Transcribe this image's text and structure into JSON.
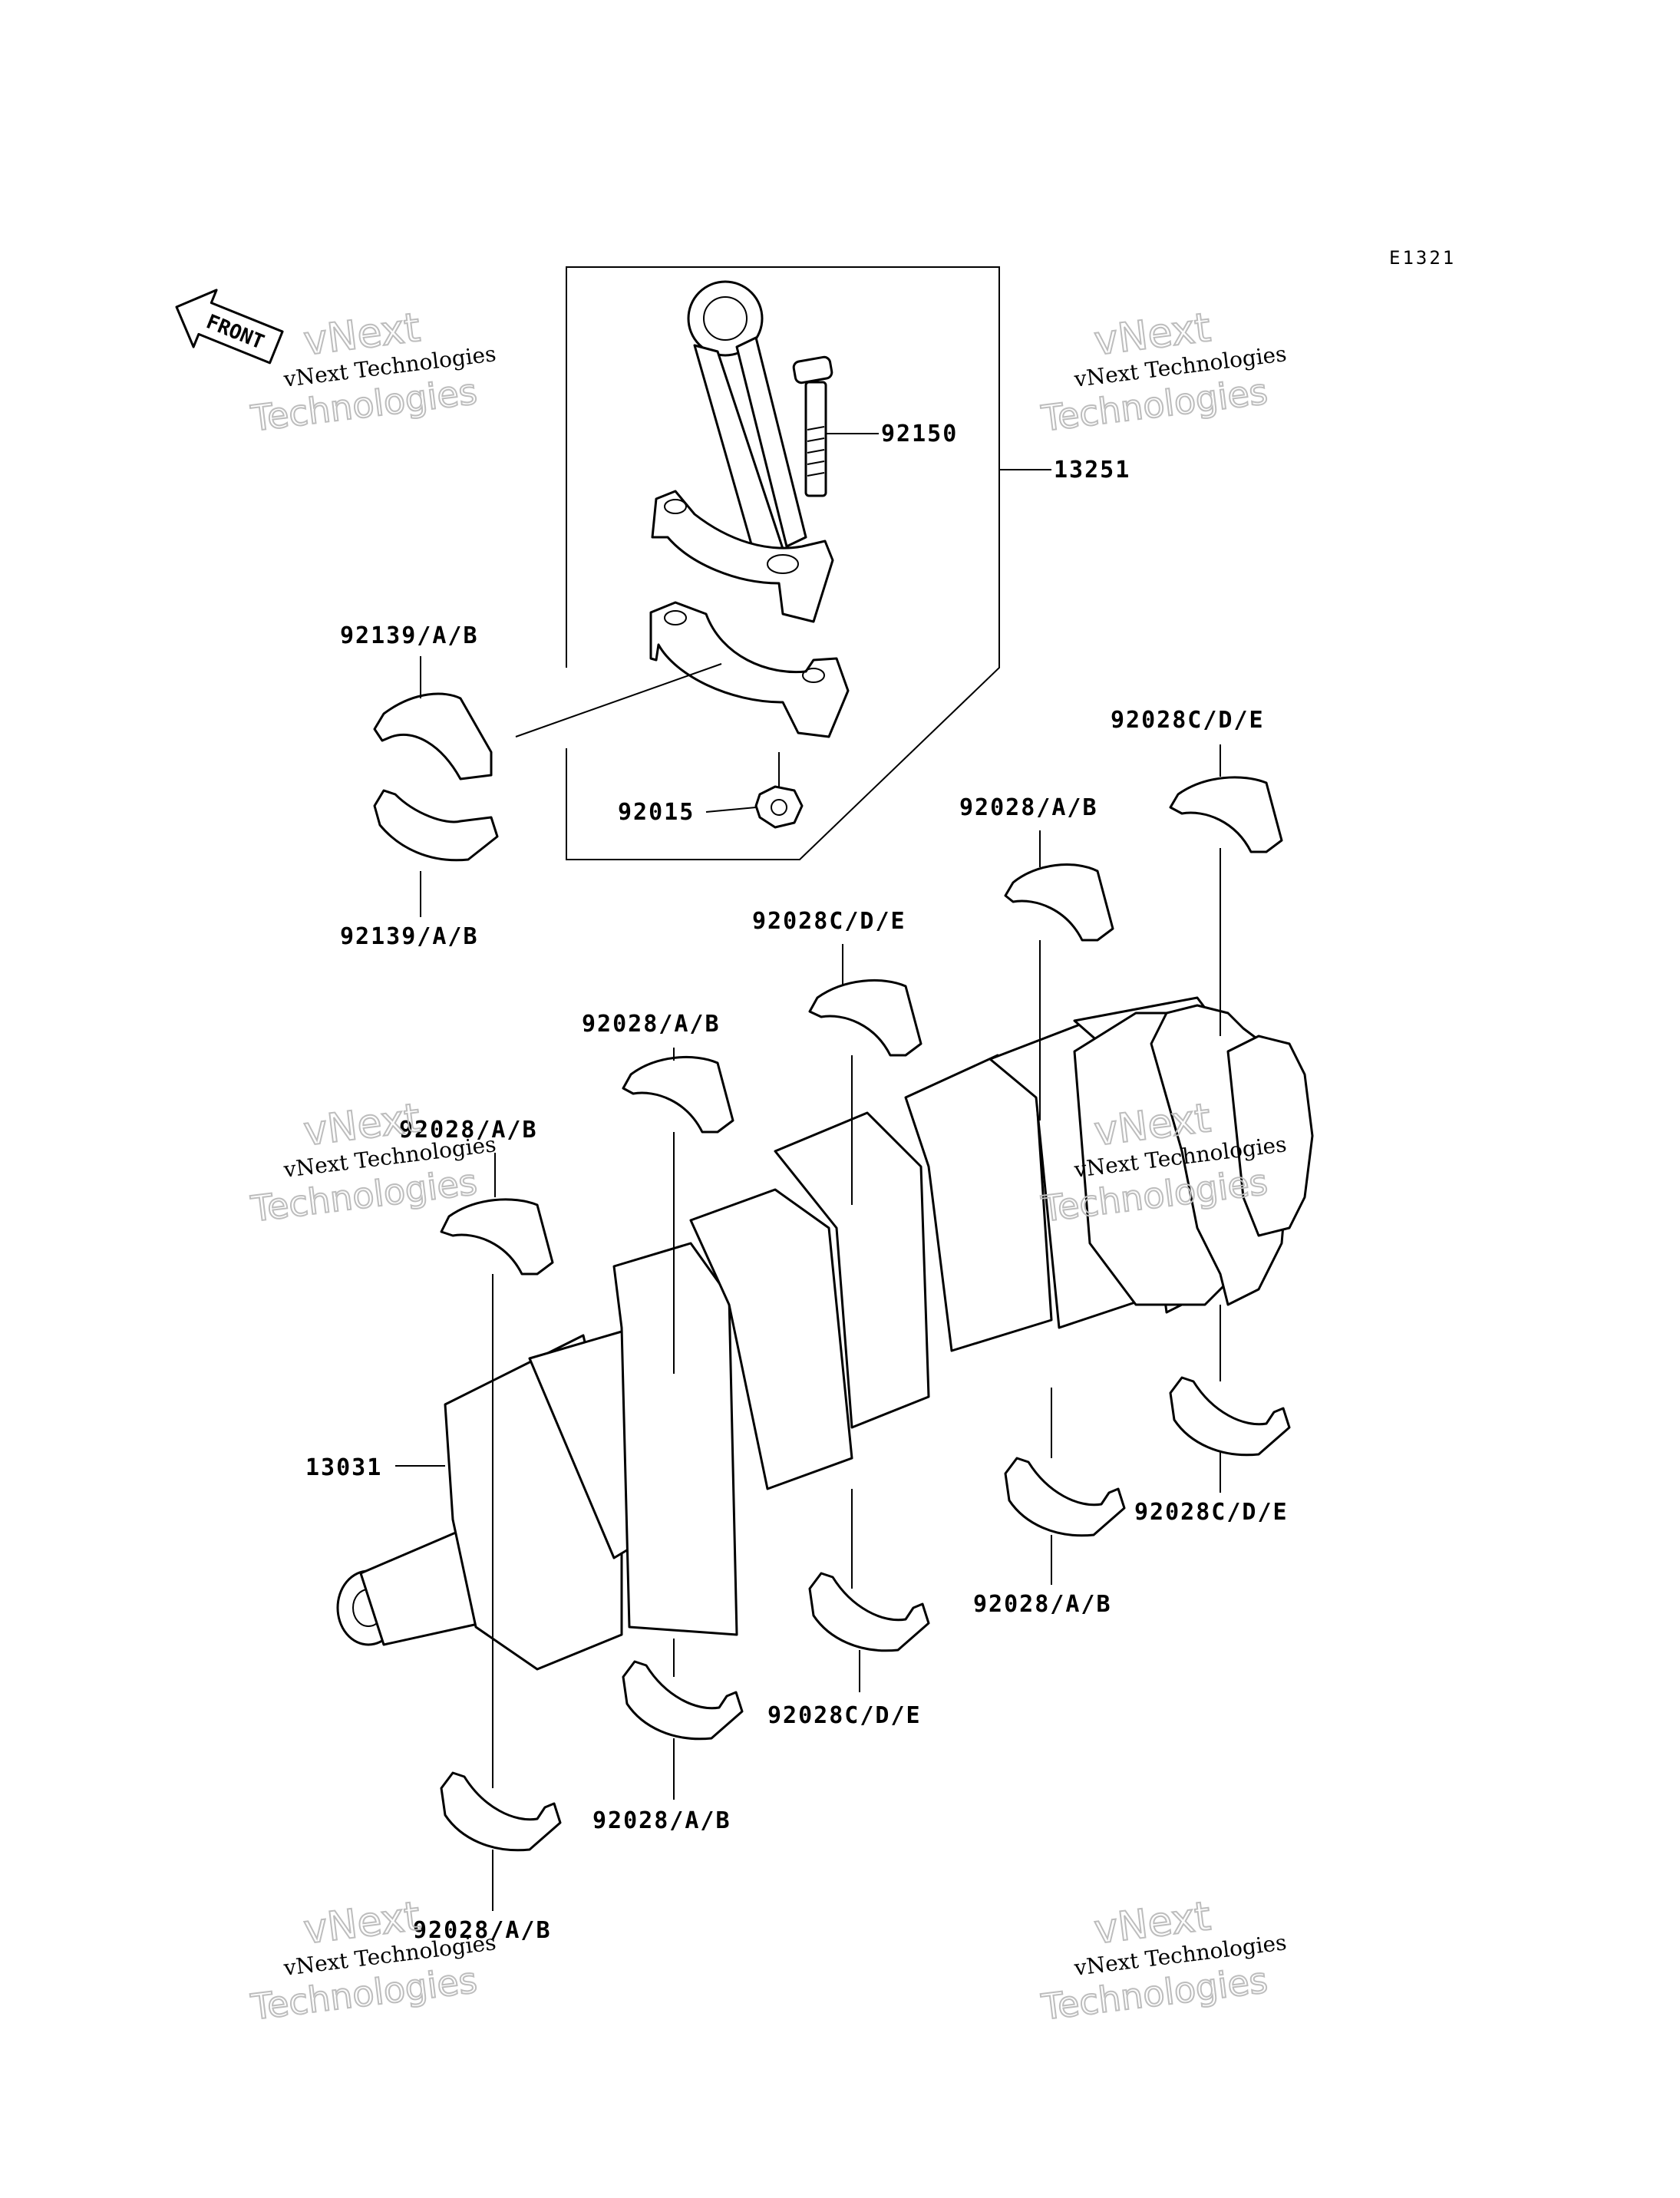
{
  "diagram_code": "E1321",
  "front_marker": "FRONT",
  "watermark": {
    "line1": "vNext Technologies",
    "line2": "vNext",
    "line3": "Technologies"
  },
  "labels": {
    "p92150": "92150",
    "p13251": "13251",
    "p92139_top": "92139/A/B",
    "p92139_bottom": "92139/A/B",
    "p92015": "92015",
    "p92028cde_a": "92028C/D/E",
    "p92028ab_a": "92028/A/B",
    "p92028cde_b": "92028C/D/E",
    "p92028ab_b": "92028/A/B",
    "p92028ab_c": "92028/A/B",
    "p13031": "13031",
    "p92028cde_c": "92028C/D/E",
    "p92028ab_d": "92028/A/B",
    "p92028cde_d": "92028C/D/E",
    "p92028ab_e": "92028/A/B",
    "p92028ab_f": "92028/A/B"
  }
}
